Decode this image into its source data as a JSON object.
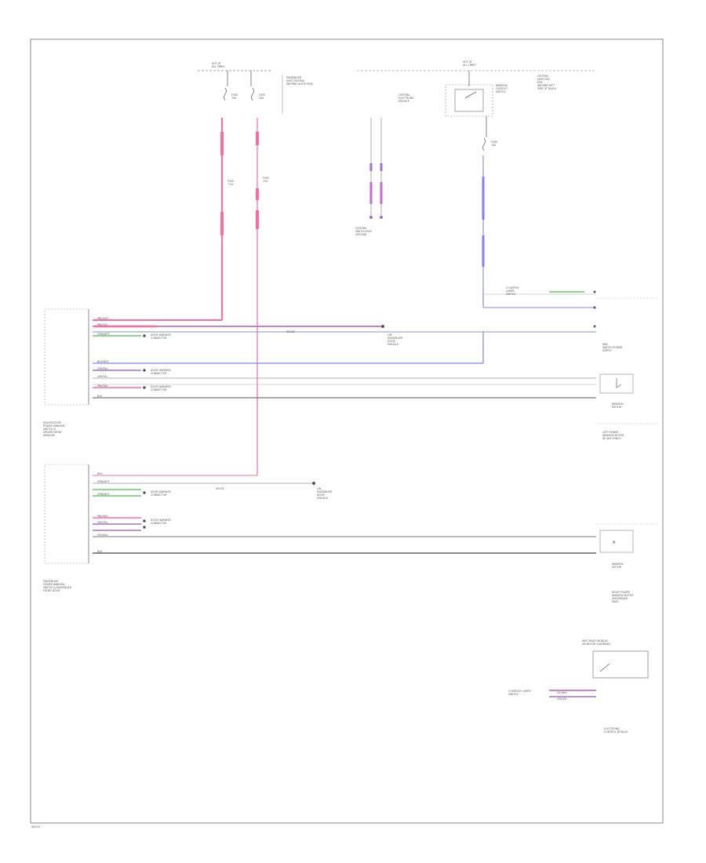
{
  "diagram": {
    "footer_code": "W2023",
    "colors": {
      "pink": "#ff6aa0",
      "pink_light": "#f28fb6",
      "magenta": "#c070c8",
      "violet": "#a070d0",
      "blue": "#8080ff",
      "blue_grey": "#7f9ab8",
      "green": "#66cc66",
      "grey": "#7c7c7c",
      "black": "#333333"
    },
    "top_labels": {
      "hot_at_all_times_left": "HOT AT\nALL TIMES",
      "passenger_junction_box": "PASSENGER\nJUNCTION BOX\n(BEHIND GLOVE BOX)",
      "fuse_left_a": "FUSE\n15A",
      "fuse_left_b": "FUSE\n20A",
      "hot_at_all_times_right": "HOT AT\nALL TIMES",
      "central_electronic_module": "CENTRAL\nELECTRONIC\nMODULE",
      "central_junction_box": "CENTRAL\nJUNCTION\nBOX\n(BEHIND LEFT\nSIDE OF DASH)",
      "window_lockout_switch": "WINDOW\nLOCKOUT\nSWITCH",
      "fuse_right": "FUSE\n15A",
      "ground_left": "CENTRAL\nSWITCH ELEC\nGROUND",
      "ground_right": "COURTESY\nLAMPS\nSWITCH"
    },
    "components": {
      "driver_power_window_unit": "DRIVER DOOR\nPOWER WINDOW\nSWITCH &\nDRIVER FRONT\nWINDOW",
      "passenger_power_window_unit": "PASSENGER\nPOWER WINDOW\nSWITCH & PASSENGER\nFRONT DOOR",
      "lin_mod_upper": "LIN\nPASSENGER\nDOOR\nMODULE",
      "lin_mod_lower": "LIN\nPASSENGER\nDOOR\nMODULE",
      "win_switch_power_supply": "WIN\nSWITCH POWER\nSUPPLY",
      "window_motor_upper": "WINDOW\nMOTOR",
      "left_power_window_motor": "LEFT POWER\nWINDOW MOTOR\nW/ ANTI-PINCH",
      "window_motor_lower": "WINDOW\nMOTOR",
      "right_power_window_motor": "RIGHT POWER\nWINDOW MOTOR\n(PASSENGER\nSIDE)",
      "anti_pinch_module": "ANTI-PINCH MODULE\n(IN MOTOR ASSEMBLY)",
      "courtesy_lamps_switch": "COURTESY LAMPS\nSWITCH",
      "electronic_control_module": "ELECTRONIC\nCONTROL MODULE"
    },
    "wire_labels": {
      "w1": "PNK/WHT",
      "w2": "PNK/VIO",
      "w3": "GRN/WHT",
      "w4": "BLU/WHT",
      "w5": "GRY/BLU",
      "w6": "GRY/YEL",
      "w7": "PNK/BLK",
      "w8": "BLK",
      "w9": "RED",
      "w10": "GRN/WHT",
      "w11": "GRN/WHT",
      "w12": "PNK/BLK",
      "w13": "GRY/YEL",
      "w14": "GRY/BLU",
      "w15": "BLK",
      "w16": "VIO/BLK",
      "w17": "GRY/YEL",
      "door_harness": "DOOR HARNESS\nCONNECTOR",
      "splice": "SPLICE",
      "fuse_a": "FUSE\n7.5A",
      "fuse_b": "FUSE\n15A"
    }
  }
}
